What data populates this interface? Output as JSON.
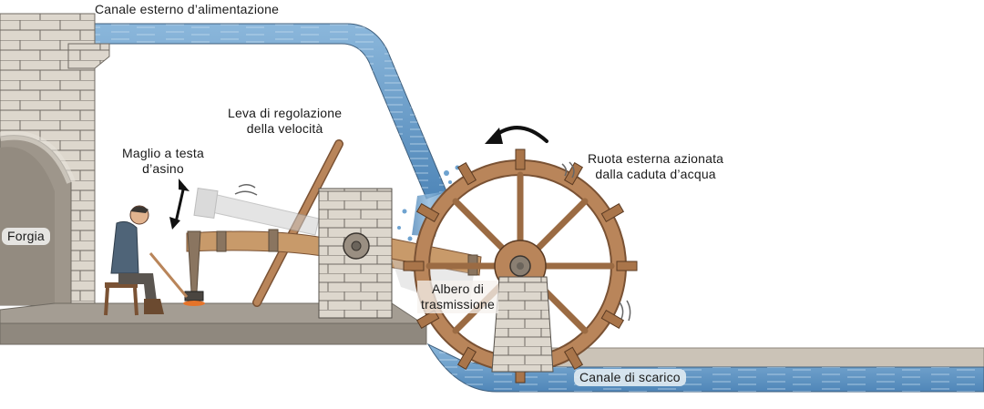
{
  "title": "Maglio idraulico con ruota esterna",
  "labels": {
    "feed_channel": "Canale esterno d’alimentazione",
    "speed_lever_1": "Leva di regolazione",
    "speed_lever_2": "della velocità",
    "hammer_1": "Maglio a testa",
    "hammer_2": "d’asino",
    "forge": "Forgia",
    "wheel_1": "Ruota esterna azionata",
    "wheel_2": "dalla caduta d’acqua",
    "shaft_1": "Albero di",
    "shaft_2": "trasmissione",
    "discharge_channel": "Canale di scarico"
  },
  "icons": {
    "rotation": "counterclockwise-arrow-icon",
    "hammer_motion": "double-headed-vertical-arrow-icon"
  },
  "colors": {
    "water": "#5b93c4",
    "water_light": "#8bb7db",
    "stone": "#d9d3c9",
    "stone_dark": "#8c857b",
    "wood": "#b9855a",
    "wood_dark": "#7a5234",
    "ground": "#a49d93"
  }
}
